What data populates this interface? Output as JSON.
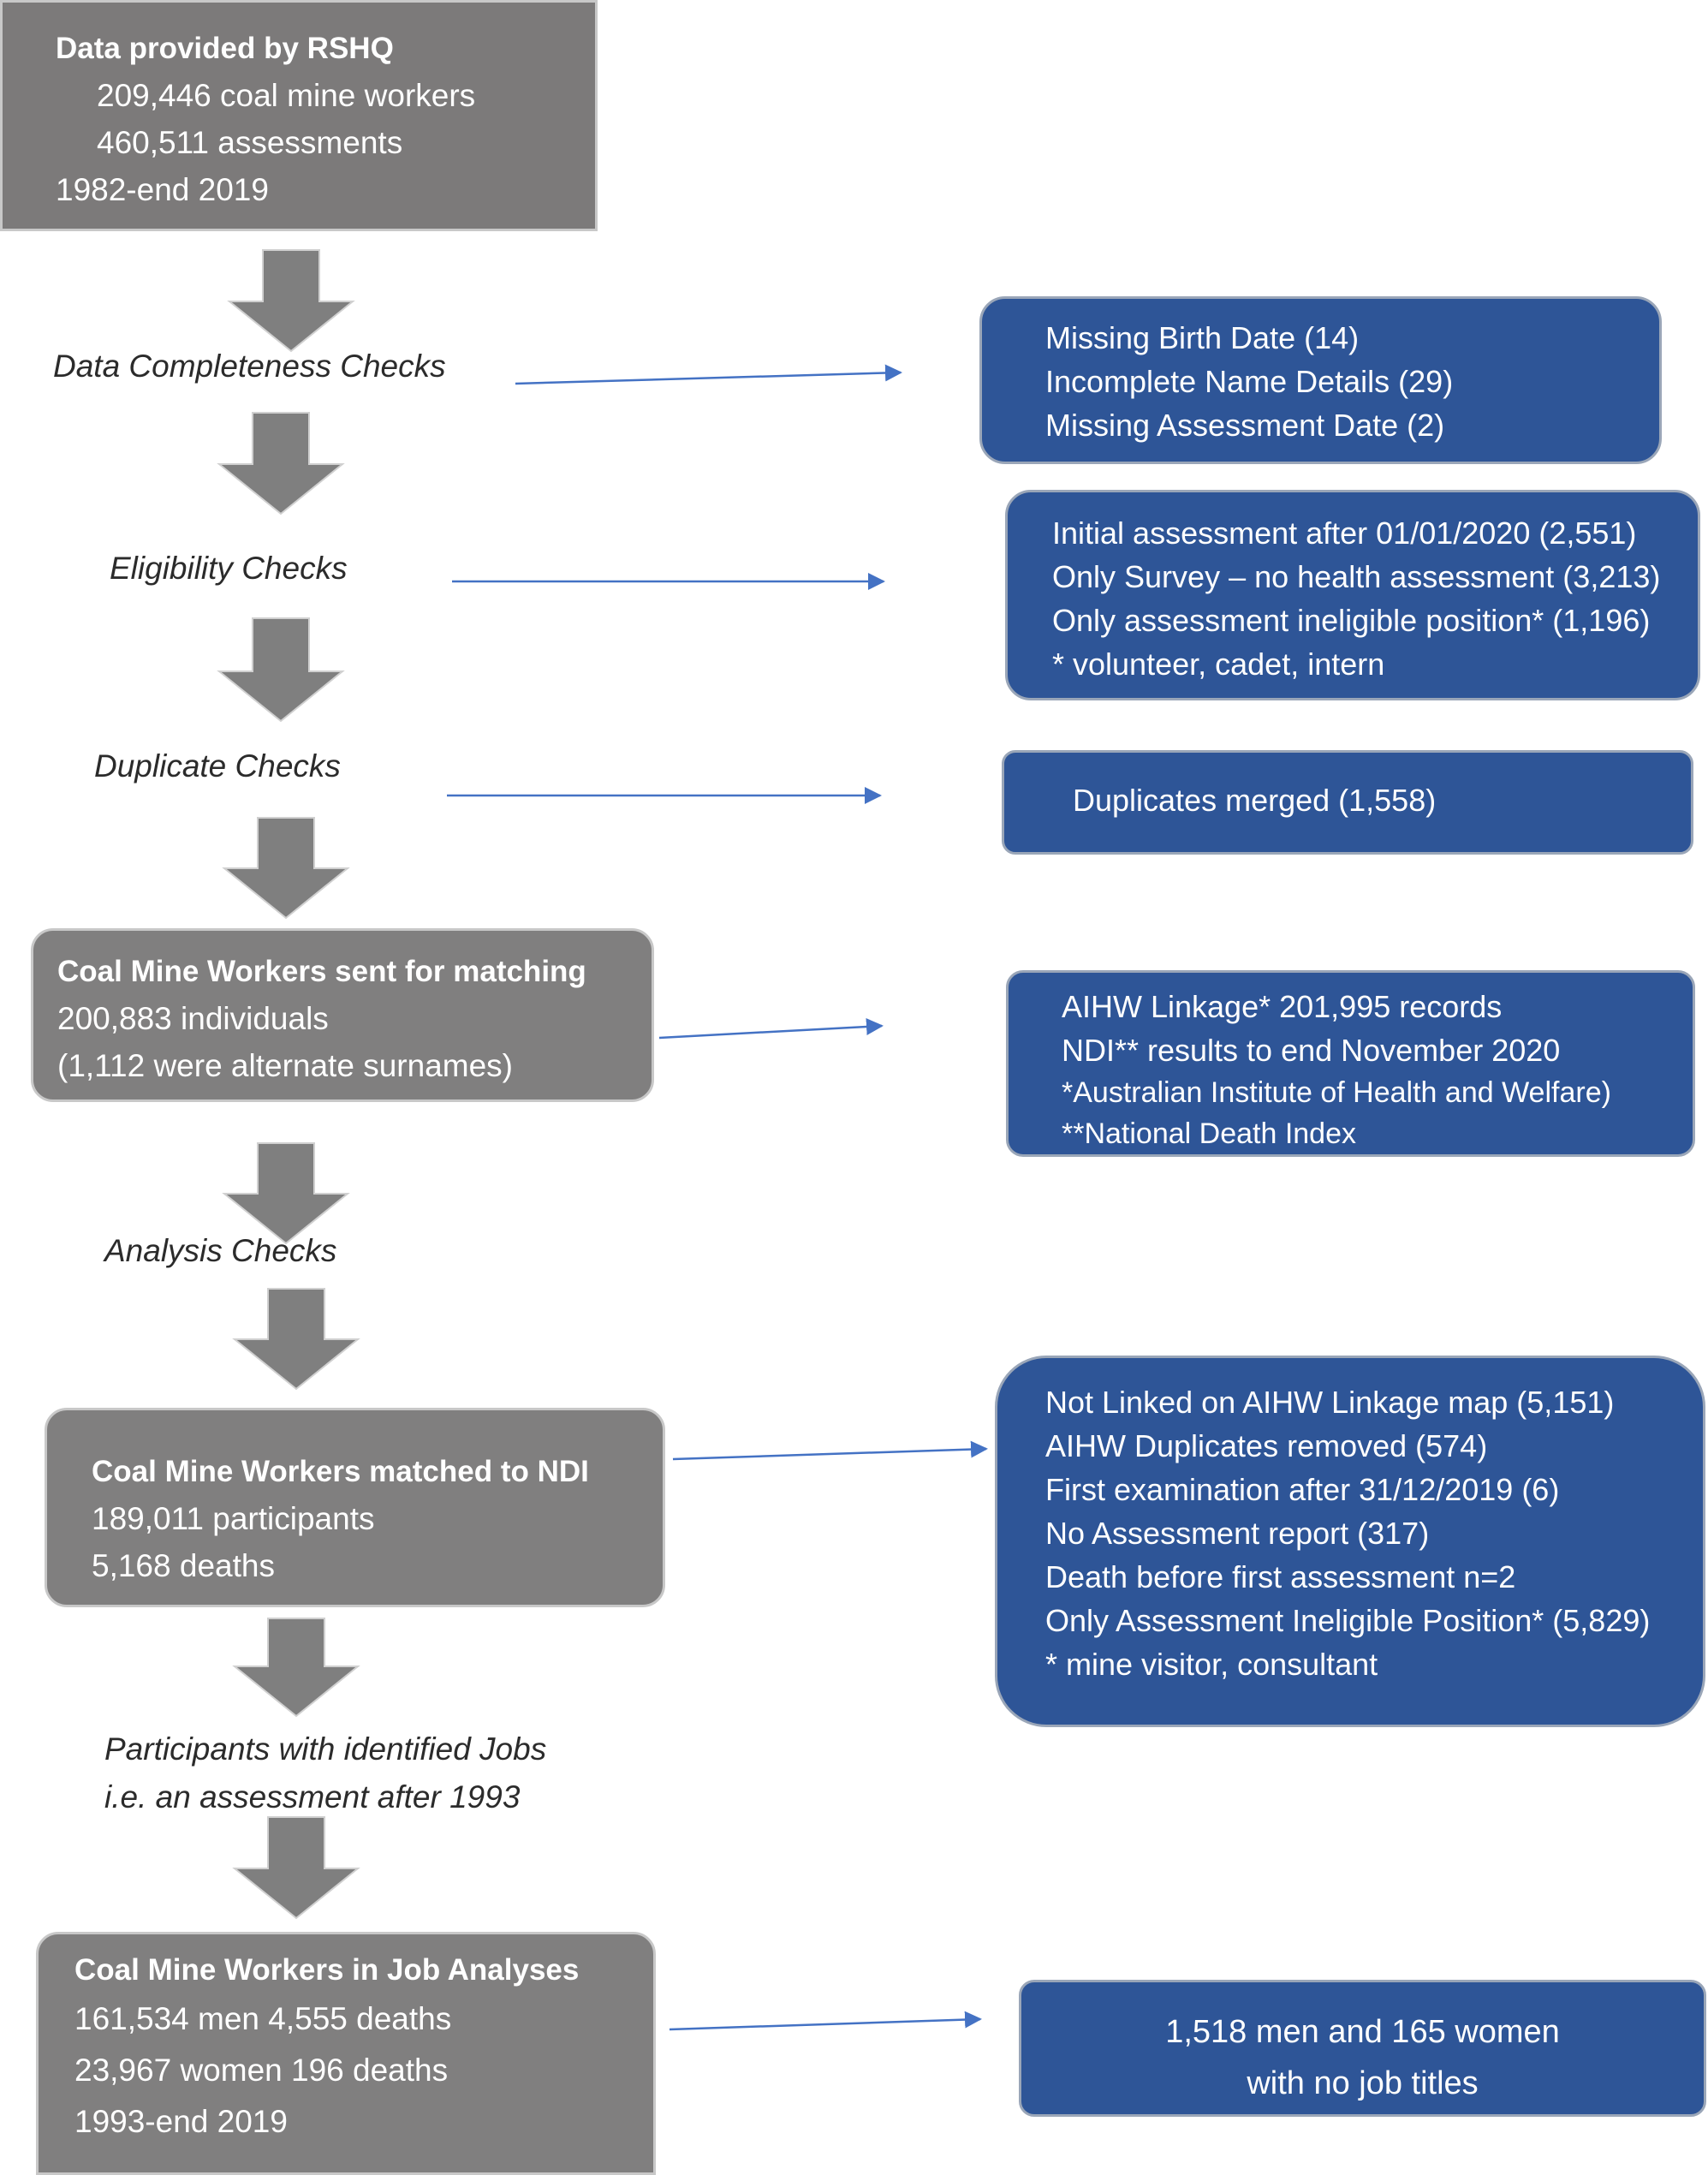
{
  "rshq": {
    "title": "Data provided by RSHQ",
    "workers": "209,446 coal mine workers",
    "assessments": "460,511 assessments",
    "period": "1982-end 2019"
  },
  "steps": {
    "completeness": "Data Completeness Checks",
    "eligibility": "Eligibility Checks",
    "duplicate": "Duplicate Checks",
    "analysis": "Analysis Checks",
    "jobs_line1": "Participants with identified Jobs",
    "jobs_line2": "i.e. an assessment after 1993"
  },
  "completeness_excl": [
    "Missing Birth Date (14)",
    "Incomplete Name Details (29)",
    "Missing Assessment Date (2)"
  ],
  "eligibility_excl": [
    "Initial assessment after 01/01/2020  (2,551)",
    "Only Survey – no health assessment (3,213)",
    "Only assessment ineligible position* (1,196)",
    "* volunteer, cadet, intern"
  ],
  "duplicate_excl": "Duplicates merged (1,558)",
  "matching": {
    "title": "Coal Mine Workers sent for matching",
    "individuals": "200,883 individuals",
    "alternate": "(1,112 were alternate surnames)"
  },
  "linkage": {
    "records": "AIHW Linkage*  201,995 records",
    "ndi": "NDI** results to end November 2020",
    "note1": "*Australian Institute of Health and Welfare)",
    "note2": "**National Death Index"
  },
  "matched": {
    "title": "Coal Mine Workers matched to NDI",
    "participants": "189,011 participants",
    "deaths": "5,168 deaths"
  },
  "analysis_excl": [
    "Not Linked on AIHW Linkage map (5,151)",
    "AIHW Duplicates removed (574)",
    "First examination after 31/12/2019 (6)",
    "No Assessment report (317)",
    "Death before first assessment n=2",
    "Only Assessment Ineligible Position* (5,829)",
    "* mine visitor, consultant"
  ],
  "job": {
    "title": "Coal Mine Workers in Job Analyses",
    "men": "161,534 men 4,555 deaths",
    "women": "23,967 women 196 deaths",
    "period": "1993-end 2019"
  },
  "no_titles": {
    "line1": "1,518 men and 165 women",
    "line2": "with no job titles"
  },
  "colors": {
    "grey_box": "#807f7f",
    "blue_box": "#2e5597",
    "arrow_grey": "#7f7f7f",
    "connector_blue": "#4472c4"
  }
}
